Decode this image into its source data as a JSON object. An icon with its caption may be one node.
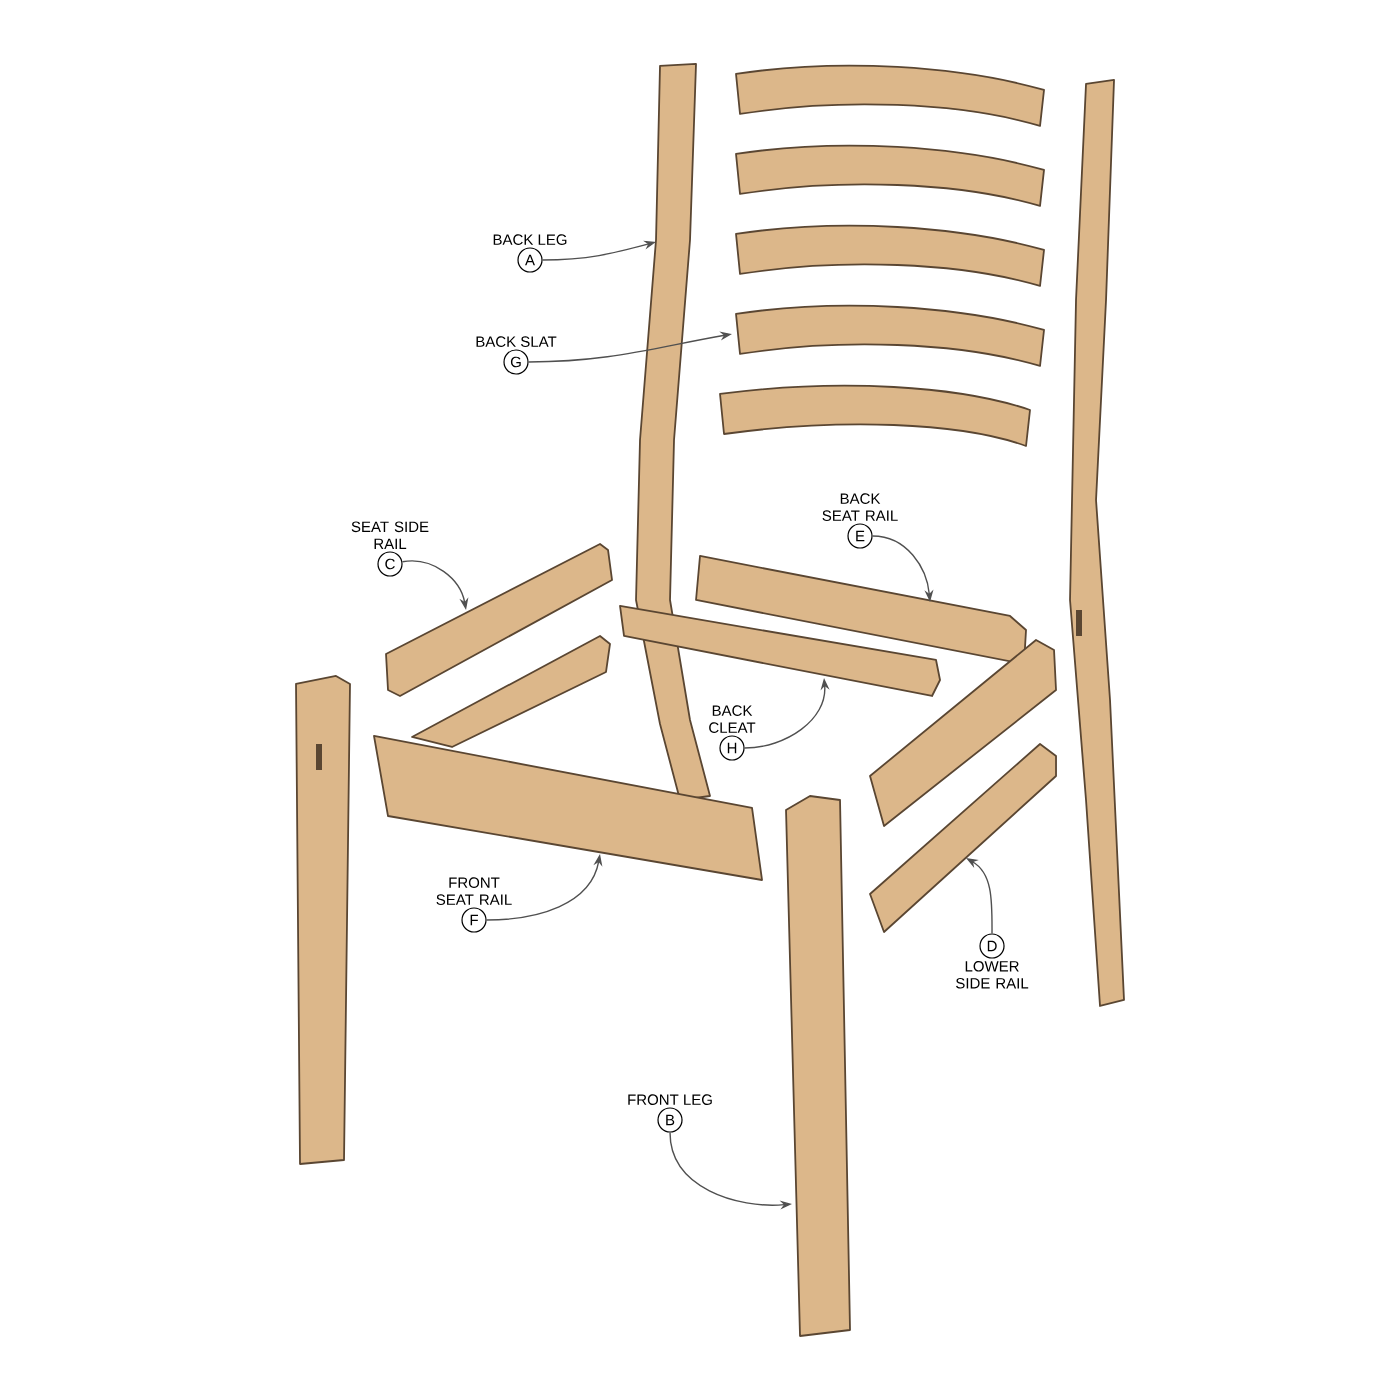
{
  "diagram": {
    "nodes": [
      {
        "text": [
          "BACK LEG",
          "A"
        ]
      },
      {
        "text": [
          "BACK SLAT",
          "G"
        ]
      },
      {
        "text": [
          "SEAT SIDE RAIL",
          "C"
        ]
      },
      {
        "text": [
          "BACK SEAT RAIL",
          "E"
        ]
      },
      {
        "text": [
          "BACK CLEAT",
          "H"
        ]
      },
      {
        "text": [
          "FRONT SEAT RAIL",
          "F"
        ]
      },
      {
        "text": [
          "D",
          "LOWER SIDE RAIL"
        ]
      },
      {
        "text": [
          "FRONT LEG",
          "B"
        ]
      },
      {
        "text": [],
        "shape": "picture"
      },
      {
        "text": [],
        "shape": "picture"
      },
      {
        "text": [],
        "shape": "picture"
      },
      {
        "text": [],
        "shape": "picture"
      },
      {
        "text": [],
        "shape": "picture"
      },
      {
        "text": [],
        "shape": "picture"
      },
      {
        "text": [],
        "shape": "picture"
      },
      {
        "text": [],
        "shape": "picture"
      },
      {
        "text": [],
        "shape": "picture"
      },
      {
        "text": [],
        "shape": "picture"
      },
      {
        "text": [],
        "shape": "picture"
      },
      {
        "text": [],
        "shape": "picture"
      },
      {
        "text": [],
        "shape": "picture"
      },
      {
        "text": [],
        "shape": "picture"
      },
      {
        "text": [],
        "shape": "picture"
      },
      {
        "text": [],
        "shape": "picture"
      }
    ],
    "edges": [
      {
        "from": 0,
        "to": 8,
        "arrow": "to"
      },
      {
        "from": 1,
        "to": 9,
        "arrow": "to"
      },
      {
        "from": 2,
        "to": 10,
        "arrow": "to"
      },
      {
        "from": 3,
        "to": 11,
        "arrow": "to"
      },
      {
        "from": 4,
        "to": 12,
        "arrow": "to"
      },
      {
        "from": 5,
        "to": 13,
        "arrow": "to"
      },
      {
        "from": 6,
        "to": 14,
        "arrow": "to"
      },
      {
        "from": 7,
        "to": 15,
        "arrow": "to"
      }
    ]
  }
}
